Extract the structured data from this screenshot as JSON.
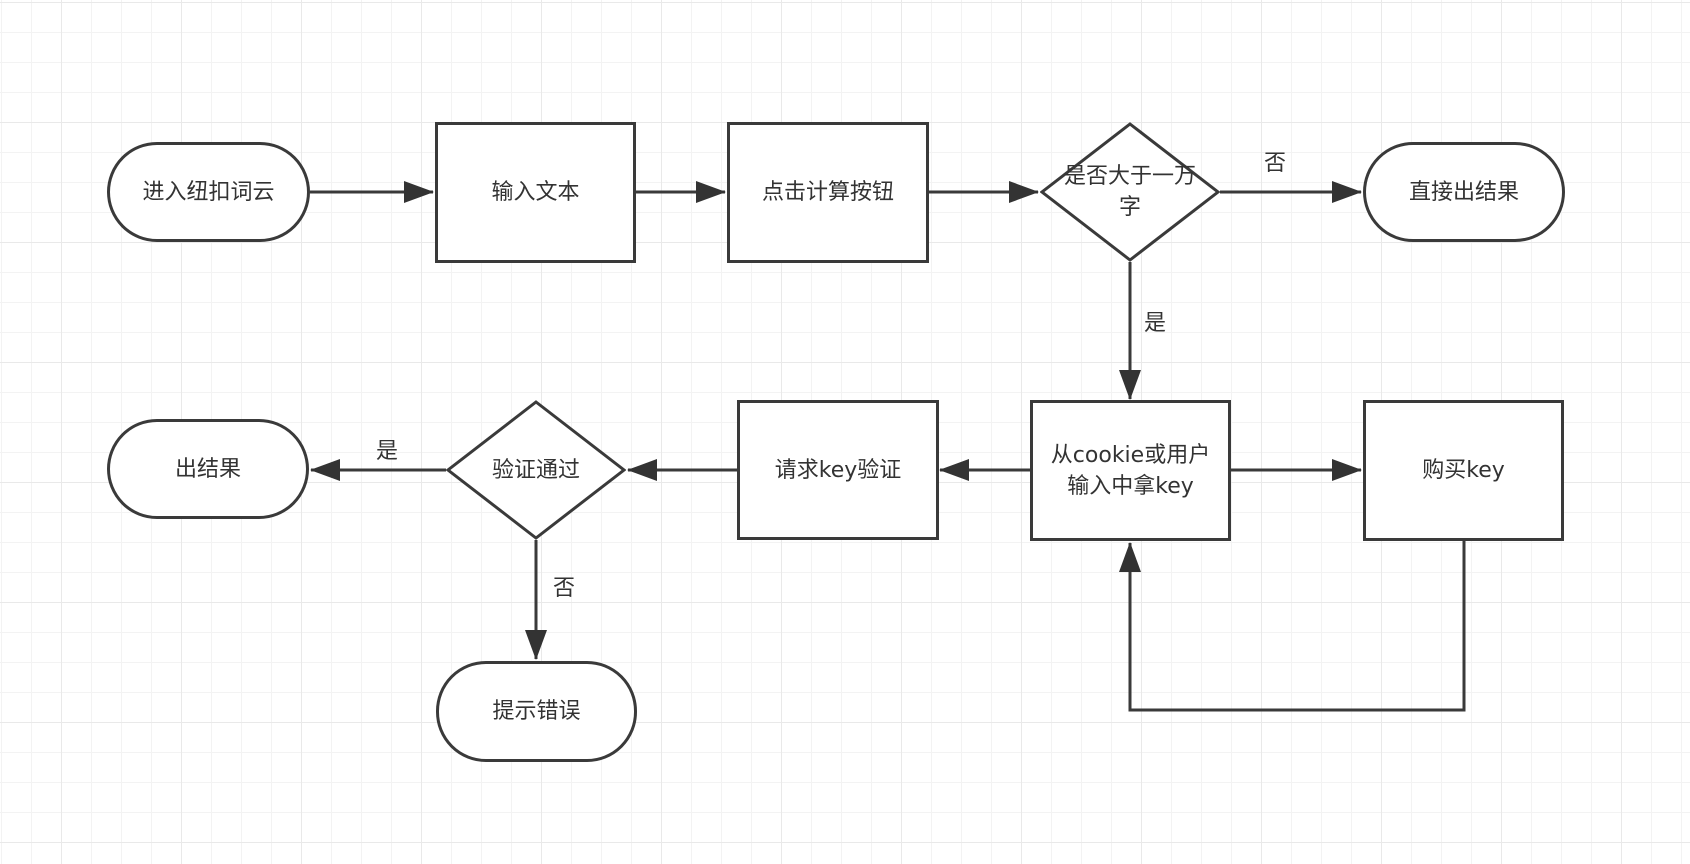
{
  "diagram": {
    "type": "flowchart",
    "nodes": {
      "start": {
        "shape": "terminal",
        "label": "进入纽扣词云"
      },
      "input_text": {
        "shape": "process",
        "label": "输入文本"
      },
      "click_calc": {
        "shape": "process",
        "label": "点击计算按钮"
      },
      "over_10k": {
        "shape": "decision",
        "label": "是否大于一万字"
      },
      "direct_result": {
        "shape": "terminal",
        "label": "直接出结果"
      },
      "get_key": {
        "shape": "process",
        "label": "从cookie或用户输入中拿key"
      },
      "buy_key": {
        "shape": "process",
        "label": "购买key"
      },
      "request_verify": {
        "shape": "process",
        "label": "请求key验证"
      },
      "verify_pass": {
        "shape": "decision",
        "label": "验证通过"
      },
      "result": {
        "shape": "terminal",
        "label": "出结果"
      },
      "show_error": {
        "shape": "terminal",
        "label": "提示错误"
      }
    },
    "edges": [
      {
        "from": "start",
        "to": "input_text",
        "label": ""
      },
      {
        "from": "input_text",
        "to": "click_calc",
        "label": ""
      },
      {
        "from": "click_calc",
        "to": "over_10k",
        "label": ""
      },
      {
        "from": "over_10k",
        "to": "direct_result",
        "label": "否"
      },
      {
        "from": "over_10k",
        "to": "get_key",
        "label": "是"
      },
      {
        "from": "get_key",
        "to": "buy_key",
        "label": ""
      },
      {
        "from": "buy_key",
        "to": "get_key",
        "label": ""
      },
      {
        "from": "get_key",
        "to": "request_verify",
        "label": ""
      },
      {
        "from": "request_verify",
        "to": "verify_pass",
        "label": ""
      },
      {
        "from": "verify_pass",
        "to": "result",
        "label": "是"
      },
      {
        "from": "verify_pass",
        "to": "show_error",
        "label": "否"
      }
    ]
  },
  "colors": {
    "stroke": "#3a3a3a",
    "text": "#333333",
    "background": "#ffffff",
    "grid_minor": "#f3f3f3",
    "grid_major": "#e9e9e9"
  }
}
